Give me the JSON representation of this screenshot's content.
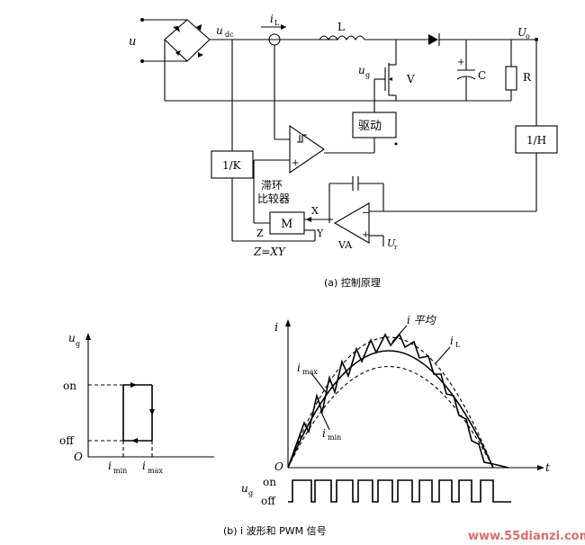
{
  "circuit": {
    "input_label": "u",
    "udc_label": "u",
    "udc_sub": "dc",
    "current_label": "i",
    "current_sub": "L",
    "inductor_label": "L",
    "output_label": "U",
    "output_sub": "o",
    "gate_label": "u",
    "gate_sub": "g",
    "switch_label": "V",
    "capacitor_label": "C",
    "plus_sign": "+",
    "resistor_label": "R",
    "driver_label": "驱动",
    "ik_label": "1/K",
    "ih_label": "1/H",
    "hysteresis_line1": "滞环",
    "hysteresis_line2": "比较器",
    "multiplier_label": "M",
    "x_label": "X",
    "y_label": "Y",
    "z_label": "Z",
    "formula": "Z=XY",
    "va_label": "VA",
    "ur_label": "U",
    "ur_sub": "r",
    "minus_sign": "−"
  },
  "captions": {
    "a": "(a) 控制原理",
    "b": "(b) i  波形和 PWM 信号"
  },
  "hysteresis_plot": {
    "y_label": "u",
    "y_sub": "g",
    "on_label": "on",
    "off_label": "off",
    "origin": "O",
    "imin_label": "i",
    "imin_sub": "min",
    "imax_label": "i",
    "imax_sub": "max"
  },
  "waveform_plot": {
    "y_label": "i",
    "avg_label": "i 平均",
    "il_label": "i",
    "il_sub": "L",
    "imax_label": "i",
    "imax_sub": "max",
    "imin_label": "i",
    "imin_sub": "min",
    "origin": "O",
    "t_label": "t",
    "ug_label": "u",
    "ug_sub": "g",
    "on_label": "on",
    "off_label": "off"
  },
  "watermark": "www.55dianzi.com"
}
